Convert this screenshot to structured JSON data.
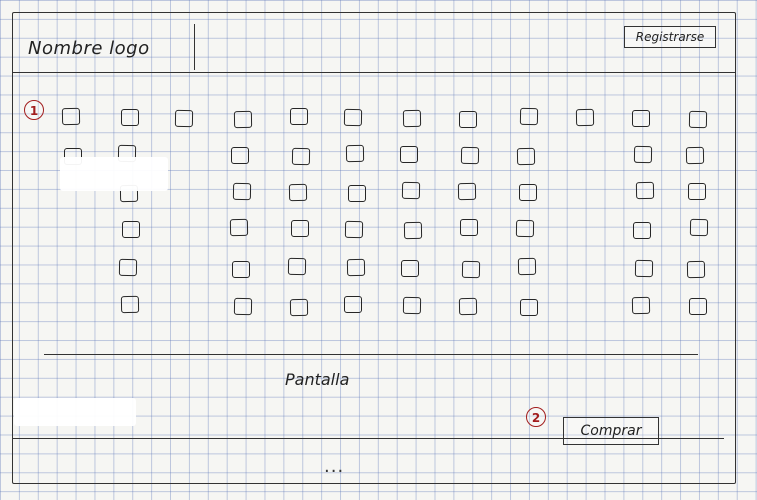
{
  "header": {
    "logo_text": "Nombre logo",
    "register_label": "Registrarse"
  },
  "markers": {
    "seat_area": "1",
    "buy_area": "2"
  },
  "seat_map": {
    "rows": 6,
    "columns": 12,
    "available": [
      [
        1,
        1,
        1,
        1,
        1,
        1,
        1,
        1,
        1,
        1,
        1,
        1
      ],
      [
        1,
        1,
        0,
        1,
        1,
        1,
        1,
        1,
        1,
        0,
        1,
        1
      ],
      [
        0,
        1,
        0,
        1,
        1,
        1,
        1,
        1,
        1,
        0,
        1,
        1
      ],
      [
        0,
        1,
        0,
        1,
        1,
        1,
        1,
        1,
        1,
        0,
        1,
        1
      ],
      [
        0,
        1,
        0,
        1,
        1,
        1,
        1,
        1,
        1,
        0,
        1,
        1
      ],
      [
        0,
        1,
        0,
        1,
        1,
        1,
        1,
        1,
        1,
        0,
        1,
        1
      ]
    ]
  },
  "screen": {
    "label": "Pantalla"
  },
  "footer": {
    "buy_label": "Comprar",
    "more_indicator": "..."
  }
}
